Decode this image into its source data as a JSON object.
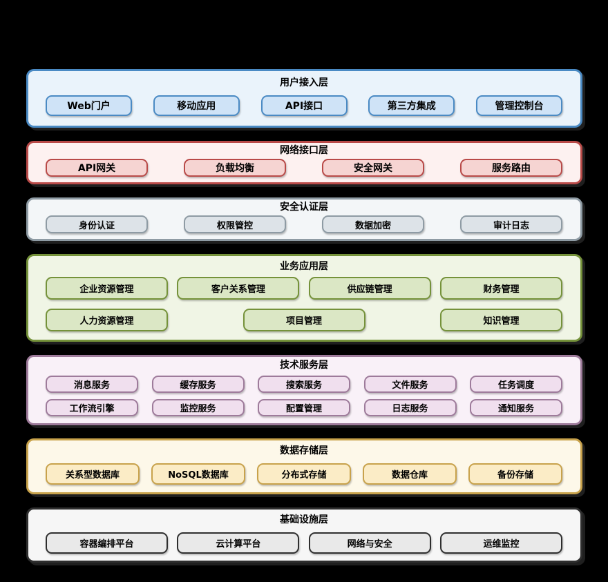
{
  "page": {
    "background_color": "#000000",
    "text_color": "#000000"
  },
  "diagram": {
    "type": "layered-architecture",
    "layers": [
      {
        "id": "user-access",
        "title": "用户接入层",
        "colors": {
          "fill": "#eaf3fb",
          "border": "#4a8ac4",
          "box_fill": "#cfe3f7",
          "box_border": "#4a8ac4"
        },
        "rows": [
          [
            "Web门户",
            "移动应用",
            "API接口",
            "第三方集成",
            "管理控制台"
          ]
        ]
      },
      {
        "id": "network-interface",
        "title": "网络接口层",
        "colors": {
          "fill": "#fdf1f0",
          "border": "#b94a48",
          "box_fill": "#f6d4d2",
          "box_border": "#b94a48"
        },
        "rows": [
          [
            "API网关",
            "负载均衡",
            "安全网关",
            "服务路由"
          ]
        ]
      },
      {
        "id": "security-auth",
        "title": "安全认证层",
        "colors": {
          "fill": "#f3f6f8",
          "border": "#8e9ba4",
          "box_fill": "#dde3e8",
          "box_border": "#8e9ba4"
        },
        "rows": [
          [
            "身份认证",
            "权限管控",
            "数据加密",
            "审计日志"
          ]
        ]
      },
      {
        "id": "business-app",
        "title": "业务应用层",
        "colors": {
          "fill": "#f0f5e5",
          "border": "#75923a",
          "box_fill": "#dbe7c5",
          "box_border": "#75923a"
        },
        "rows": [
          [
            "企业资源管理",
            "客户关系管理",
            "供应链管理",
            "财务管理"
          ],
          [
            "人力资源管理",
            "项目管理",
            "知识管理"
          ]
        ]
      },
      {
        "id": "tech-services",
        "title": "技术服务层",
        "colors": {
          "fill": "#f9f1f8",
          "border": "#9e7b9b",
          "box_fill": "#f0dfee",
          "box_border": "#9e7b9b"
        },
        "rows": [
          [
            "消息服务",
            "缓存服务",
            "搜索服务",
            "文件服务",
            "任务调度"
          ],
          [
            "工作流引擎",
            "监控服务",
            "配置管理",
            "日志服务",
            "通知服务"
          ]
        ]
      },
      {
        "id": "data-storage",
        "title": "数据存储层",
        "colors": {
          "fill": "#fdf8e9",
          "border": "#c8a24b",
          "box_fill": "#fbecc6",
          "box_border": "#c8a24b"
        },
        "rows": [
          [
            "关系型数据库",
            "NoSQL数据库",
            "分布式存储",
            "数据仓库",
            "备份存储"
          ]
        ]
      },
      {
        "id": "infrastructure",
        "title": "基础设施层",
        "colors": {
          "fill": "#f6f6f6",
          "border": "#2e2e2e",
          "box_fill": "#e9e9e9",
          "box_border": "#2e2e2e"
        },
        "rows": [
          [
            "容器编排平台",
            "云计算平台",
            "网络与安全",
            "运维监控"
          ]
        ]
      }
    ]
  }
}
